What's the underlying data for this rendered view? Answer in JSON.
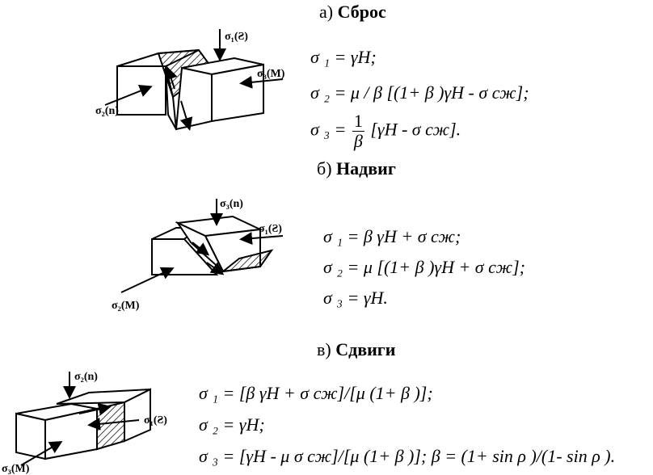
{
  "sections": {
    "a": {
      "prefix": "а)",
      "title": "Сброс",
      "labels": {
        "s1": "σ₁(Ƨ)",
        "s2": "σ₂(n)",
        "s3": "σ₃(M)"
      },
      "f1": "σ ₁ = γH;",
      "f2": "σ ₂ = μ / β [(1+ β )γH - σ сж];",
      "f3_left": "σ ₃ =",
      "f3_num": "1",
      "f3_den": "β",
      "f3_right": "[γH - σ сж]."
    },
    "b": {
      "prefix": "б)",
      "title": "Надвиг",
      "labels": {
        "s1": "σ₁(Ƨ)",
        "s2": "σ₂(M)",
        "s3": "σ₃(n)"
      },
      "f1": "σ ₁ = β γH + σ сж;",
      "f2": "σ ₂ = μ [(1+ β )γH + σ сж];",
      "f3": "σ ₃ = γH."
    },
    "c": {
      "prefix": "в)",
      "title": "Сдвиги",
      "labels": {
        "s1": "σ₁(Ƨ)",
        "s2": "σ₂(n)",
        "s3": "σ₃(M)"
      },
      "f1": "σ ₁ = [β γH + σ сж]/[μ (1+ β )];",
      "f2": "σ ₂ = γH;",
      "f3": "σ ₃ = [γH - μ σ сж]/[μ (1+ β )]; β = (1+ sin ρ )/(1- sin ρ )."
    }
  }
}
